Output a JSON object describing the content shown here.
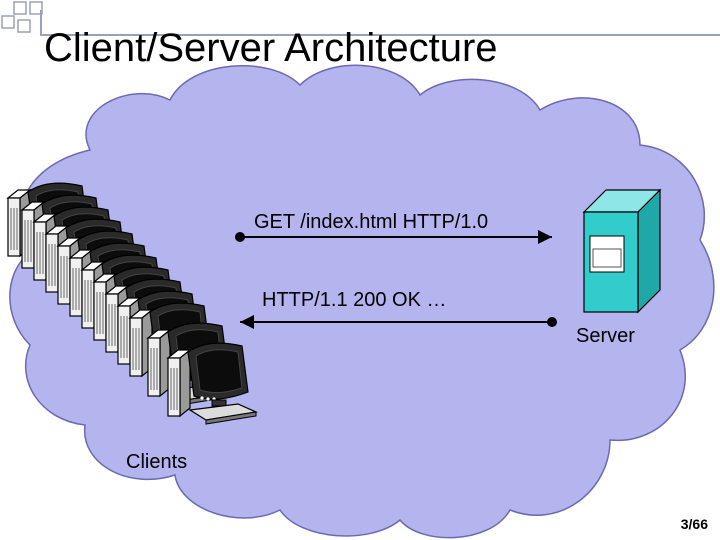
{
  "slide": {
    "title": "Client/Server Architecture",
    "request_label": "GET /index.html HTTP/1.0",
    "response_label": "HTTP/1.1 200 OK …",
    "server_label": "Server",
    "clients_label": "Clients",
    "page_number": "3/66"
  },
  "colors": {
    "cloud_fill": "#b4b4ee",
    "cloud_stroke": "#6a6ab0",
    "server_fill": "#33cccc",
    "title_rule": "#9aa0b8"
  },
  "icons": {
    "client": "desktop-computer-icon",
    "server": "server-tower-icon",
    "bullets": "corner-square-icon"
  }
}
